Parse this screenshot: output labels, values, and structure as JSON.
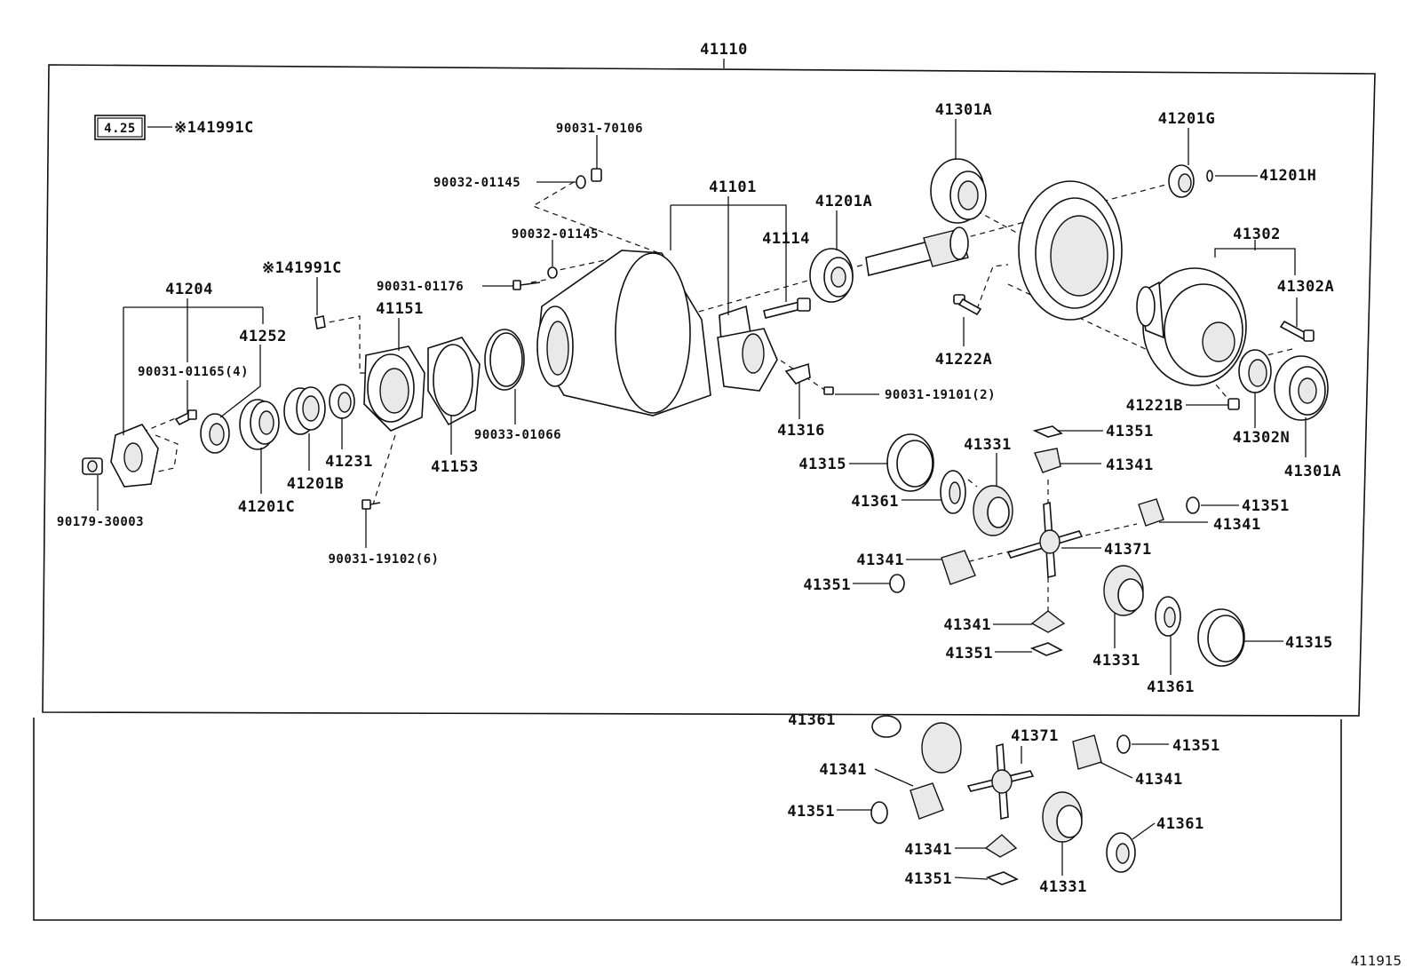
{
  "diagram": {
    "assembly_label": "41110",
    "sheet_id": "411915",
    "ratio_box": "4.25",
    "ratio_box_ref": "※141991C",
    "labels": {
      "p41301A_top": "41301A",
      "p41201G": "41201G",
      "p41201H": "41201H",
      "p90031_70106": "90031-70106",
      "p90032_01145_a": "90032-01145",
      "p41101": "41101",
      "p41201A": "41201A",
      "p90032_01145_b": "90032-01145",
      "p41114": "41114",
      "p41302": "41302",
      "p41991C_mid": "※141991C",
      "p41302A": "41302A",
      "p90031_01176": "90031-01176",
      "p41204": "41204",
      "p41151": "41151",
      "p41222A": "41222A",
      "p41252": "41252",
      "p90031_01165": "90031-01165(4)",
      "p90031_19101": "90031-19101(2)",
      "p41221B": "41221B",
      "p41302N": "41302N",
      "p41316": "41316",
      "p41351_a": "41351",
      "p90033_01066": "90033-01066",
      "p41315_a": "41315",
      "p41331_a": "41331",
      "p41341_a": "41341",
      "p41301A_bottom": "41301A",
      "p41231": "41231",
      "p41153": "41153",
      "p41361_a": "41361",
      "p41351_b": "41351",
      "p41201B": "41201B",
      "p41201C": "41201C",
      "p41341_b": "41341",
      "p90179_30003": "90179-30003",
      "p41371_a": "41371",
      "p90031_19102": "90031-19102(6)",
      "p41341_c": "41341",
      "p41351_c": "41351",
      "p41315_b": "41315",
      "p41341_d": "41341",
      "p41351_d": "41351",
      "p41331_b": "41331",
      "p41361_b": "41361",
      "p41361_cut": "41361",
      "p41371_b": "41371",
      "p41351_e": "41351",
      "p41341_e": "41341",
      "p41341_f": "41341",
      "p41351_f": "41351",
      "p41361_c": "41361",
      "p41341_g": "41341",
      "p41351_g": "41351",
      "p41331_c": "41331"
    }
  }
}
